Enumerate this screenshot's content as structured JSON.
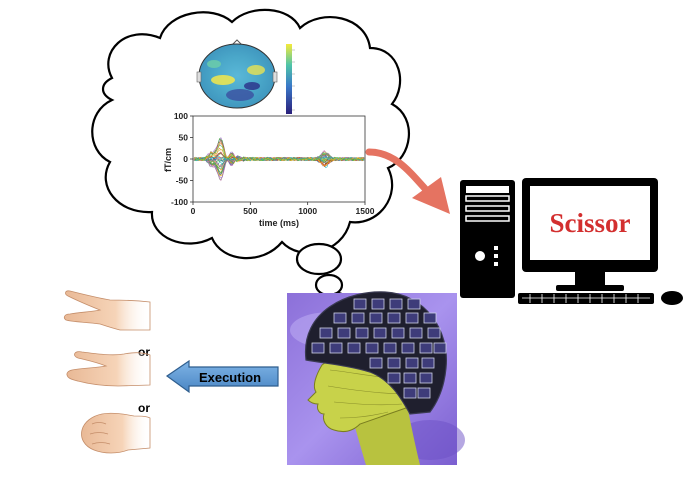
{
  "plot": {
    "y_axis_label": "fT/cm",
    "x_axis_label": "time (ms)",
    "y_ticks": [
      "100",
      "50",
      "0",
      "-50",
      "-100"
    ],
    "x_ticks": [
      "0",
      "500",
      "1000",
      "1500"
    ]
  },
  "computer": {
    "screen_text": "Scissor",
    "screen_text_color": "#d32f2f"
  },
  "execution_label": "Execution",
  "gestures": [
    {
      "icon": "scissors-hand-icon"
    },
    {
      "connector": "or",
      "icon": "paper-hand-icon"
    },
    {
      "connector": "or",
      "icon": "rock-fist-icon"
    }
  ],
  "colors": {
    "arrow_to_computer": "#e57361",
    "execution_arrow": "#5b9bd5",
    "helmet_background": "#9b82e3",
    "head": "#c8d24a",
    "skin": "#f2c9a8"
  }
}
